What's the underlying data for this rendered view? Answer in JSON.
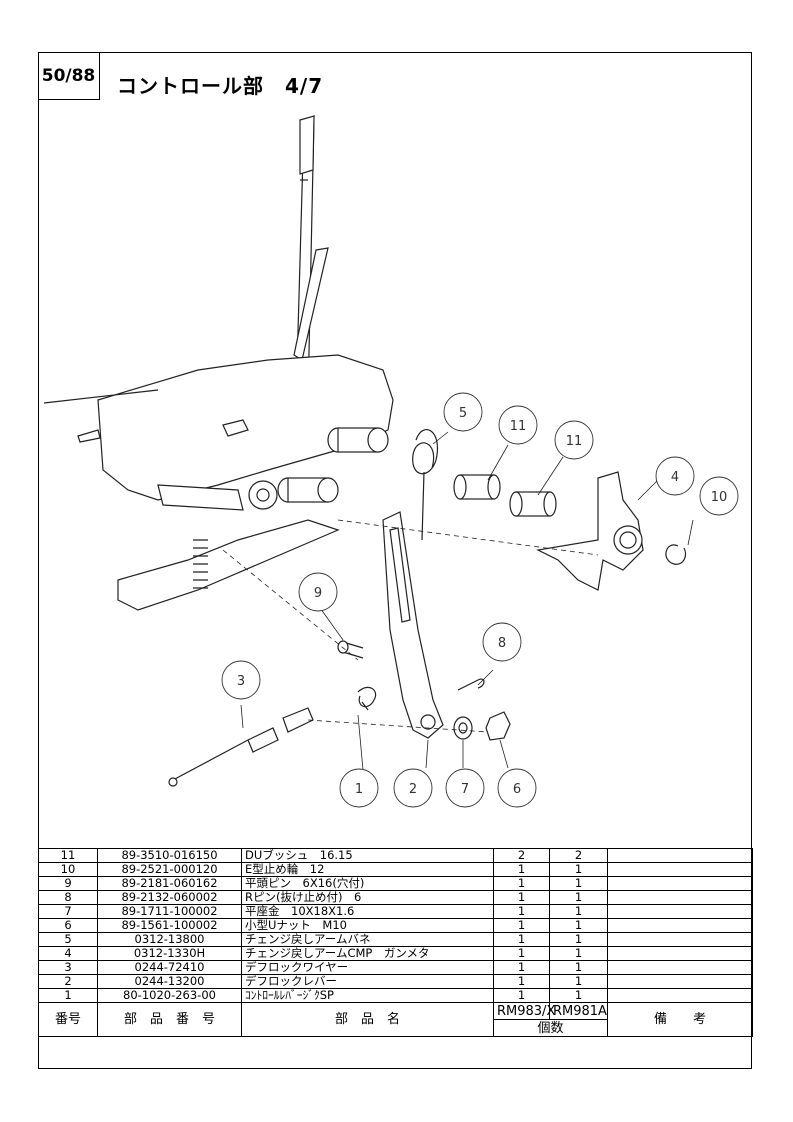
{
  "page": {
    "number": "50/88",
    "title": "コントロール部　4/7"
  },
  "callouts": [
    "1",
    "2",
    "3",
    "4",
    "5",
    "6",
    "7",
    "8",
    "9",
    "10",
    "11",
    "11"
  ],
  "table": {
    "rows": [
      {
        "no": "11",
        "part_no": "89-3510-016150",
        "name": "DUブッシュ　16.15",
        "qty_x": "2",
        "qty_a": "2",
        "note": ""
      },
      {
        "no": "10",
        "part_no": "89-2521-000120",
        "name": "E型止め輪　12",
        "qty_x": "1",
        "qty_a": "1",
        "note": ""
      },
      {
        "no": "9",
        "part_no": "89-2181-060162",
        "name": "平頭ピン　6X16(穴付)",
        "qty_x": "1",
        "qty_a": "1",
        "note": ""
      },
      {
        "no": "8",
        "part_no": "89-2132-060002",
        "name": "Rピン(抜け止め付)　6",
        "qty_x": "1",
        "qty_a": "1",
        "note": ""
      },
      {
        "no": "7",
        "part_no": "89-1711-100002",
        "name": "平座金　10X18X1.6",
        "qty_x": "1",
        "qty_a": "1",
        "note": ""
      },
      {
        "no": "6",
        "part_no": "89-1561-100002",
        "name": "小型Uナット　M10",
        "qty_x": "1",
        "qty_a": "1",
        "note": ""
      },
      {
        "no": "5",
        "part_no": "0312-13800",
        "name": "チェンジ戻しアームバネ",
        "qty_x": "1",
        "qty_a": "1",
        "note": ""
      },
      {
        "no": "4",
        "part_no": "0312-1330H",
        "name": "チェンジ戻しアームCMP　ガンメタ",
        "qty_x": "1",
        "qty_a": "1",
        "note": ""
      },
      {
        "no": "3",
        "part_no": "0244-72410",
        "name": "デフロックワイヤー",
        "qty_x": "1",
        "qty_a": "1",
        "note": ""
      },
      {
        "no": "2",
        "part_no": "0244-13200",
        "name": "デフロックレバー",
        "qty_x": "1",
        "qty_a": "1",
        "note": ""
      },
      {
        "no": "1",
        "part_no": "80-1020-263-00",
        "name": "ｺﾝﾄﾛｰﾙﾚﾊﾞｰｼﾞｸSP",
        "qty_x": "1",
        "qty_a": "1",
        "note": ""
      }
    ],
    "header": {
      "no": "番号",
      "part_no": "部　品　番　号",
      "name": "部　品　名",
      "model_x": "RM983/X",
      "model_a": "RM981A",
      "qty": "個数",
      "note": "備　　考"
    }
  }
}
